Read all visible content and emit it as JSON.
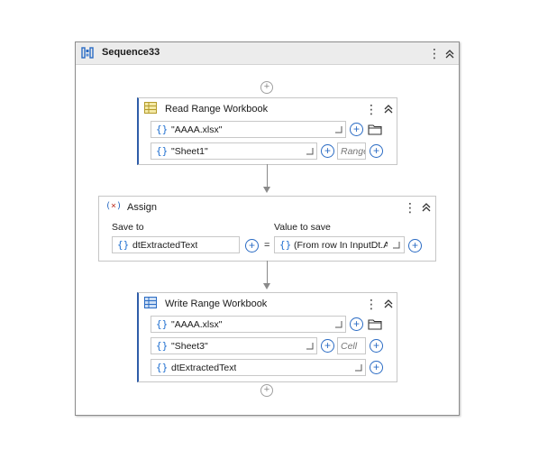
{
  "sequence": {
    "title": "Sequence33"
  },
  "read_range": {
    "title": "Read Range Workbook",
    "workbook_path": "\"AAAA.xlsx\"",
    "sheet_name": "\"Sheet1\"",
    "range_placeholder": "Range"
  },
  "assign": {
    "title": "Assign",
    "save_to_label": "Save to",
    "value_label": "Value to save",
    "save_to_value": "dtExtractedText",
    "equals": "=",
    "value_expression": "(From row In InputDt.A"
  },
  "write_range": {
    "title": "Write Range Workbook",
    "workbook_path": "\"AAAA.xlsx\"",
    "sheet_name": "\"Sheet3\"",
    "cell_placeholder": "Cell",
    "data_table": "dtExtractedText"
  },
  "icons": {
    "braces": "{}",
    "add": "+",
    "kebab": "⋮"
  },
  "colors": {
    "accent_blue": "#2a6bc4",
    "header_gray": "#ececec",
    "connector_gray": "#8a8a8a"
  }
}
